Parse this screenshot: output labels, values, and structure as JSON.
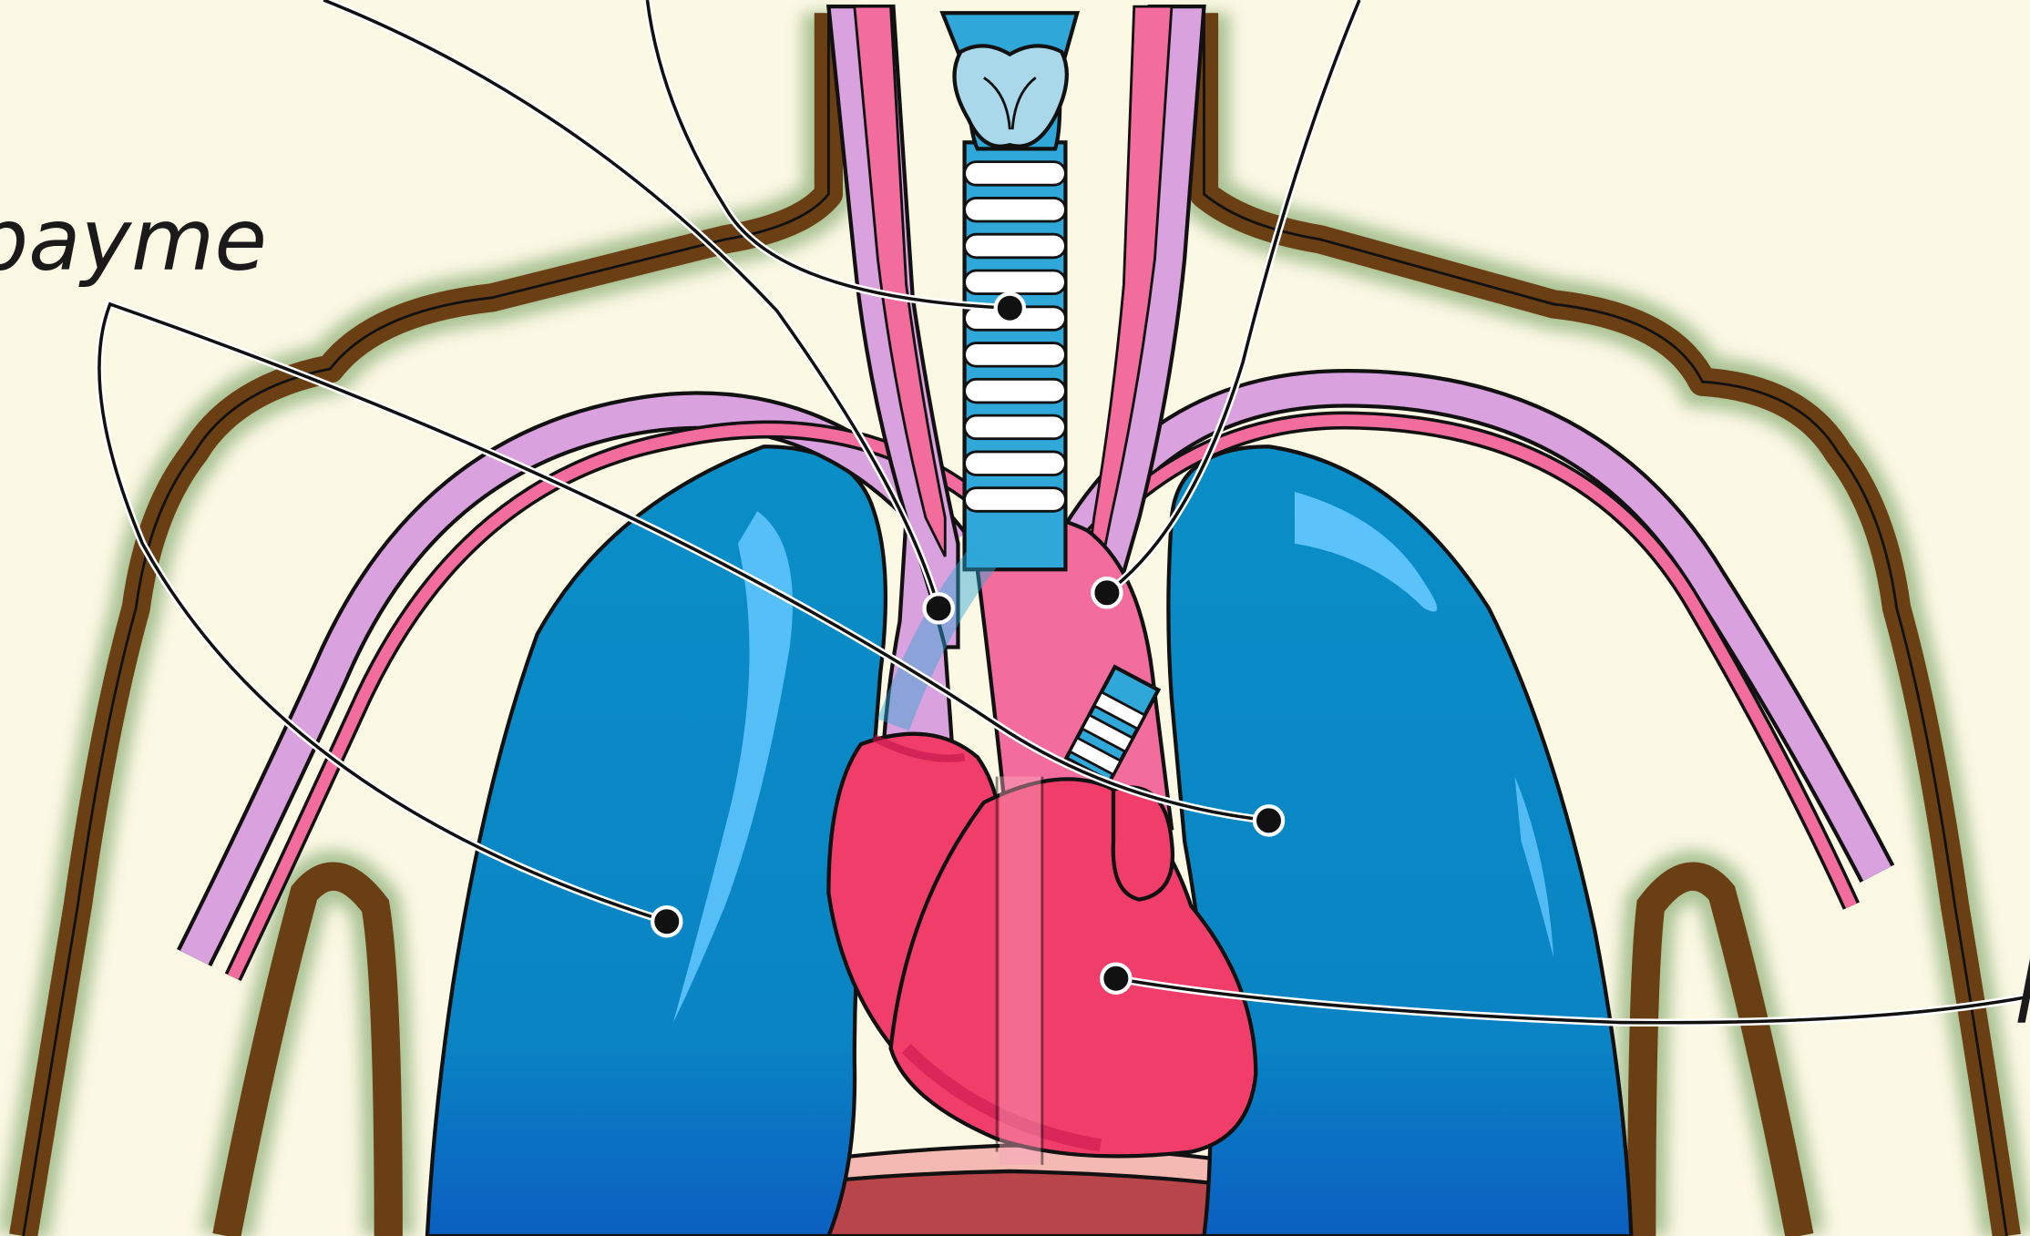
{
  "labels": {
    "left_label": "payme",
    "right_label": "l"
  },
  "colors": {
    "background": "#fbf8e3",
    "skin_outline": "#6b3f14",
    "skin_glow": "#8fb07a",
    "lung": "#0a8ec7",
    "lung_highlight": "#64c8ff",
    "lung_dark": "#0b5fc0",
    "heart": "#f03d6a",
    "heart_dark": "#c2124a",
    "vein": "#d9a1dd",
    "artery": "#f36d9c",
    "trachea": "#2fa7d8",
    "trachea_rings": "#ffffff",
    "larynx": "#a9d8ea",
    "diaphragm": "#b8454a",
    "outline": "#111111"
  },
  "icons": {
    "label_dot": "pointer-dot"
  }
}
